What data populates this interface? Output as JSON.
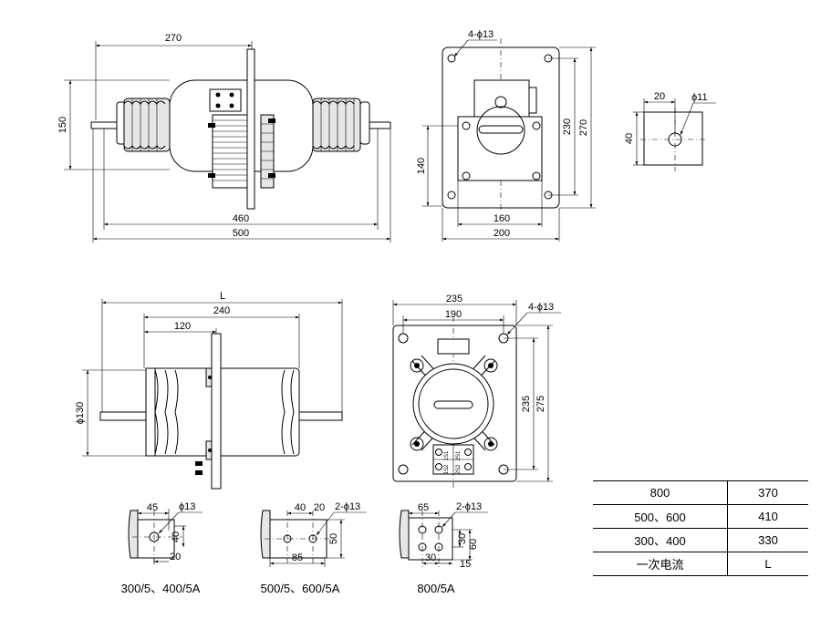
{
  "dims": {
    "top_side": {
      "width": "270",
      "height": "150",
      "length_mid": "460",
      "length_total": "500"
    },
    "top_front": {
      "holes": "4-ϕ13",
      "inner_w": "160",
      "outer_w": "200",
      "inner_h": "140",
      "mid_h": "230",
      "outer_h": "270"
    },
    "terminal_top": {
      "offset": "20",
      "hole": "ϕ11",
      "height": "40"
    },
    "bottom_side": {
      "length": "L",
      "body": "240",
      "flange_offset": "120",
      "dia": "ϕ130"
    },
    "bottom_front": {
      "outer_w": "235",
      "inner_w": "190",
      "holes": "4-ϕ13",
      "inner_h": "235",
      "outer_h": "275"
    },
    "term_a": {
      "w": "45",
      "hole": "ϕ13",
      "h": "40",
      "edge": "20"
    },
    "term_b": {
      "w": "40",
      "gap": "20",
      "holes": "2-ϕ13",
      "h": "50",
      "span": "85"
    },
    "term_c": {
      "w": "65",
      "holes": "2-ϕ13",
      "h1": "30",
      "h2": "60",
      "x1": "30",
      "x2": "15"
    }
  },
  "captions": {
    "term_a": "300/5、400/5A",
    "term_b": "500/5、600/5A",
    "term_c": "800/5A"
  },
  "terminal_marks": [
    "1S1",
    "2S1",
    "1S2",
    "2S2"
  ],
  "table": {
    "rows": [
      {
        "current": "800",
        "L": "370"
      },
      {
        "current": "500、600",
        "L": "410"
      },
      {
        "current": "300、400",
        "L": "330"
      },
      {
        "current": "一次电流",
        "L": "L"
      }
    ]
  }
}
